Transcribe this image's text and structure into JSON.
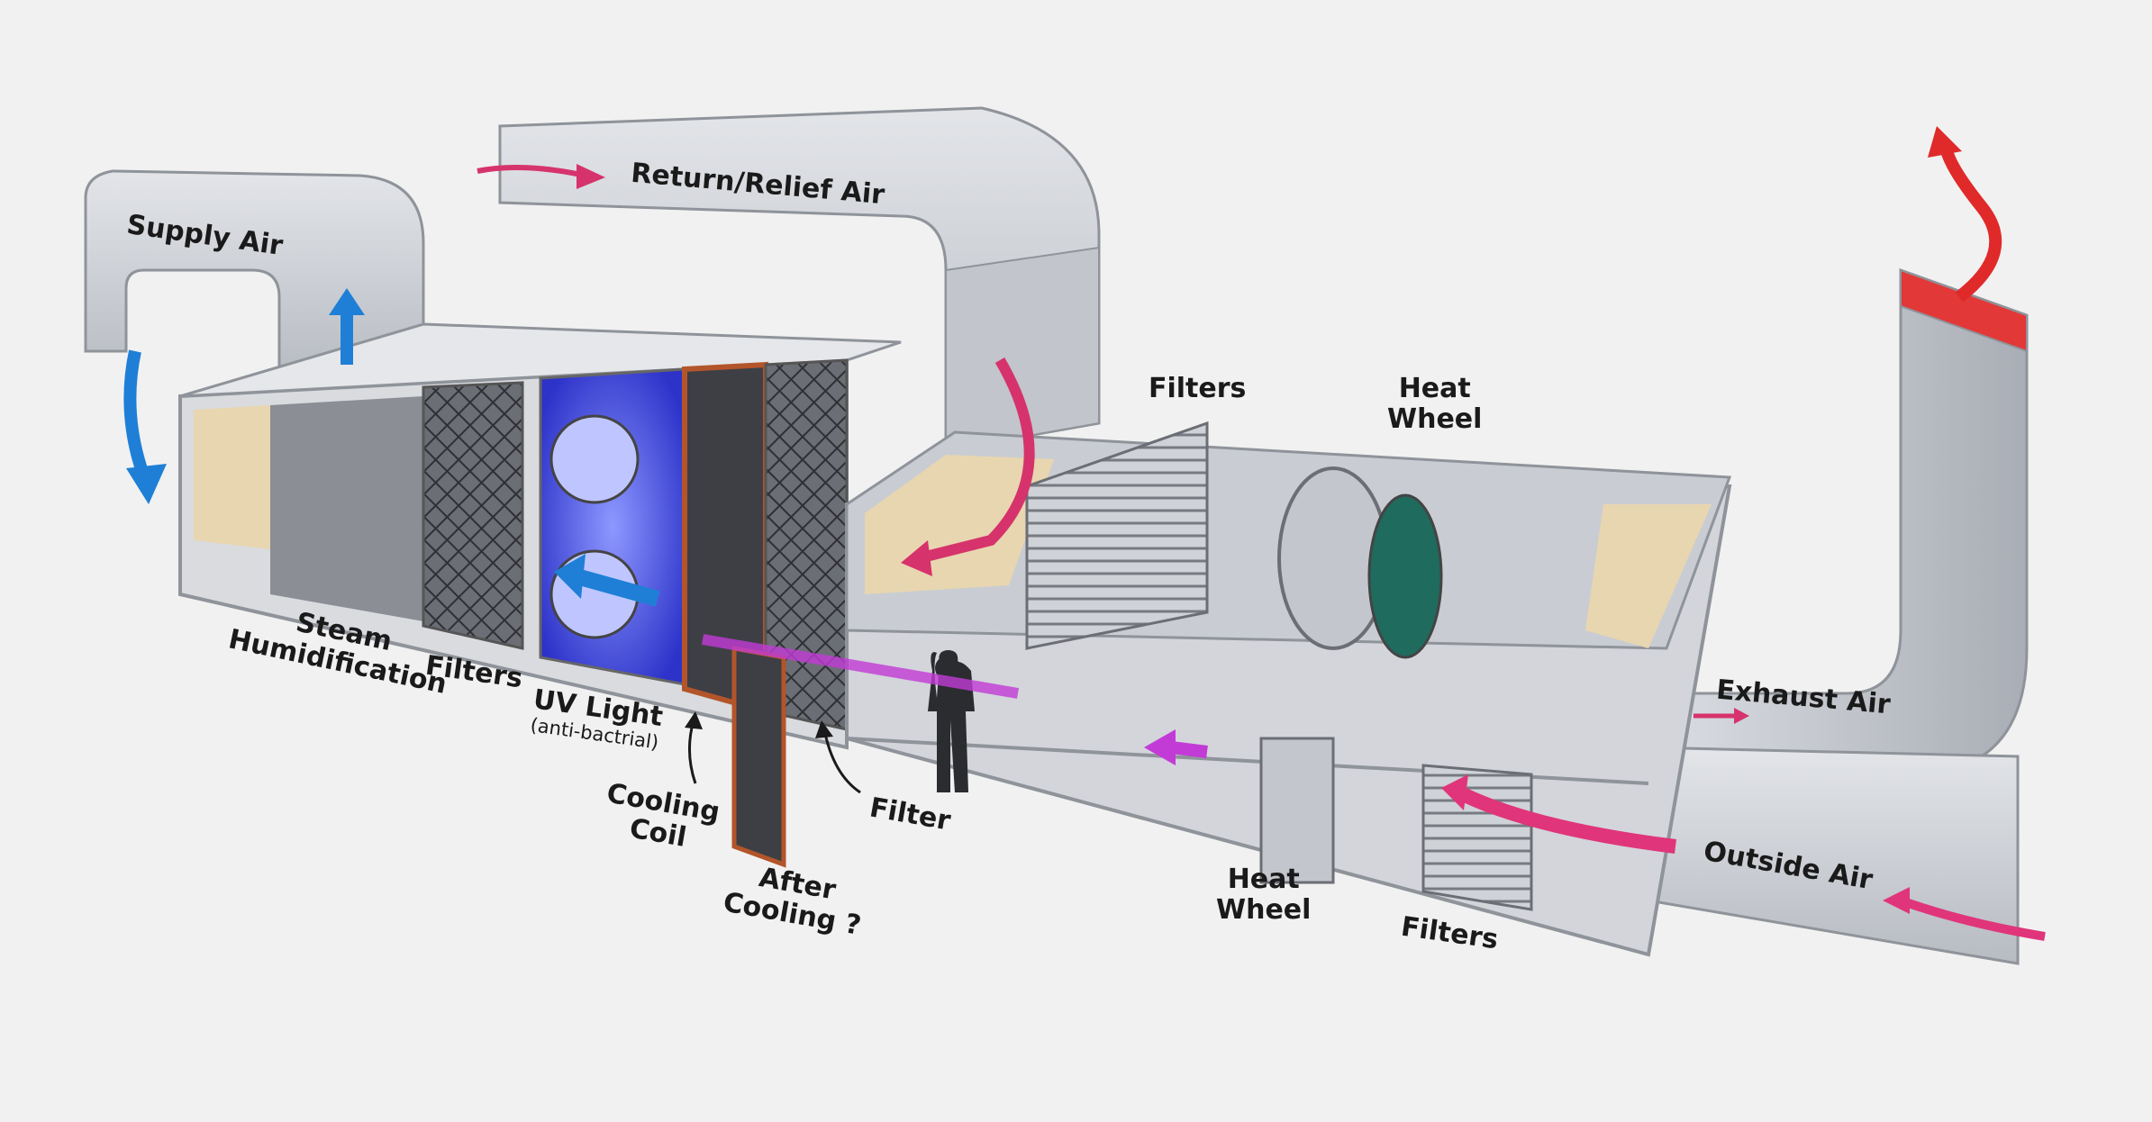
{
  "labels": {
    "supply_air": "Supply Air",
    "return_relief_air": "Return/Relief Air",
    "filters_upper": "Filters",
    "heat_wheel_upper_line1": "Heat",
    "heat_wheel_upper_line2": "Wheel",
    "steam_line1": "Steam",
    "steam_line2": "Humidification",
    "filters_left": "Filters",
    "uv_light": "UV Light",
    "uv_light_note": "(anti-bactrial)",
    "cooling_line1": "Cooling",
    "cooling_line2": "Coil",
    "after_cooling_line1": "After",
    "after_cooling_line2": "Cooling ?",
    "filter_single": "Filter",
    "exhaust_air": "Exhaust Air",
    "outside_air": "Outside Air",
    "heat_wheel_lower_line1": "Heat",
    "heat_wheel_lower_line2": "Wheel",
    "filters_lower": "Filters"
  },
  "colors": {
    "background": "#f1f1f1",
    "duct_metal": "#c9ccd2",
    "duct_light": "#dfe1e5",
    "duct_dark": "#a3a7ae",
    "frame": "#b8bcc4",
    "insulation": "#e8d6b0",
    "supply_air_arrow": "#1f7fd6",
    "return_air_arrow": "#d6336c",
    "outside_air_arrow": "#e0357a",
    "exhaust_arrow": "#e02a2a",
    "internal_flow_arrow": "#c23bd6",
    "uv_glow": "#3a46e8",
    "coil_copper": "#b3552a"
  }
}
